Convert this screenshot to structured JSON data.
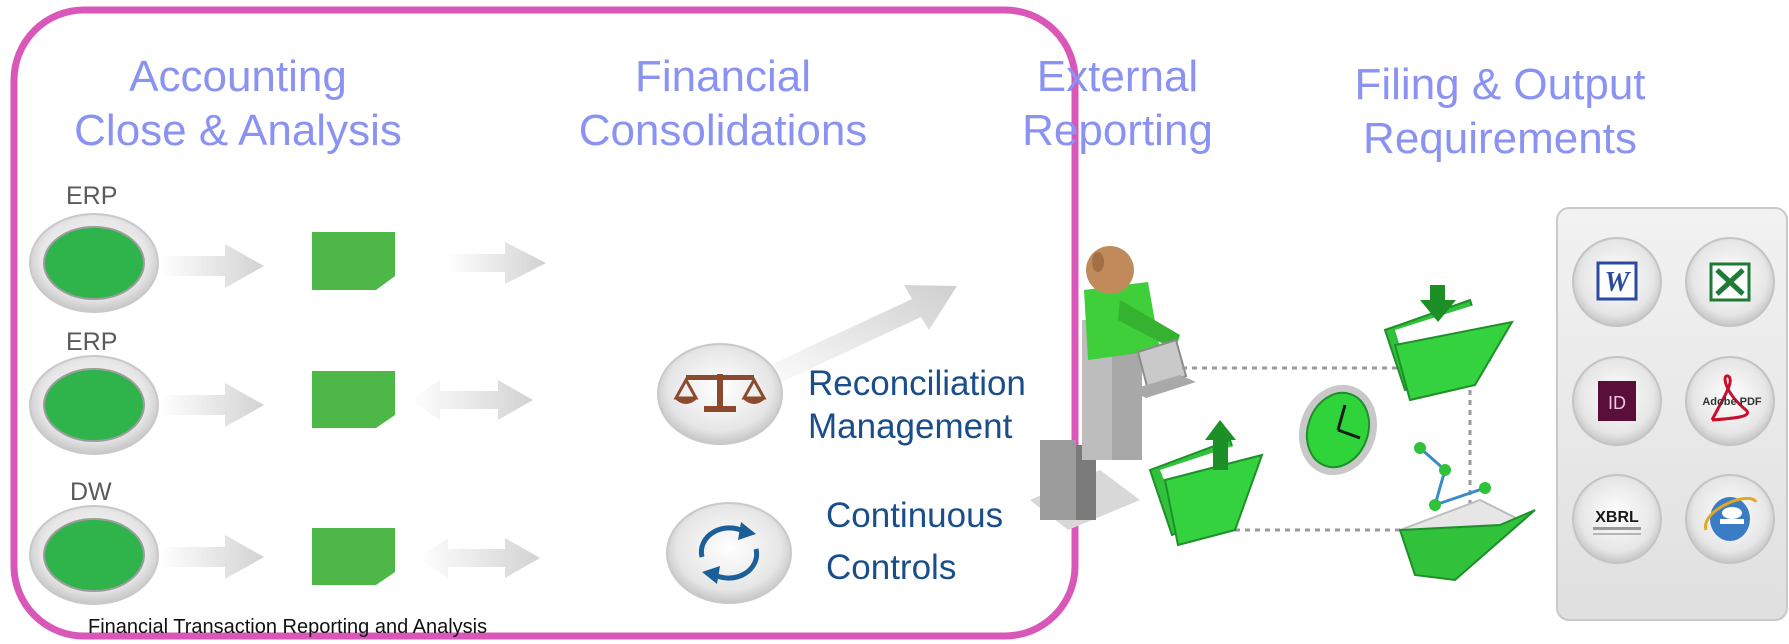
{
  "headers": {
    "accounting": "Accounting\nClose & Analysis",
    "consolidations": "Financial\nConsolidations",
    "external": "External\nReporting",
    "filing": "Filing & Output\nRequirements"
  },
  "sources": [
    "ERP",
    "ERP",
    "DW"
  ],
  "items": {
    "reconciliation": "Reconciliation\nManagement",
    "continuous": "Continuous\nControls"
  },
  "footer": "Financial Transaction Reporting and Analysis",
  "output_icons": [
    "Word",
    "Excel",
    "InDesign",
    "Adobe PDF",
    "XBRL",
    "Internet Explorer"
  ],
  "icon_text": {
    "word": "W",
    "indesign": "ID",
    "pdf": "Adobe PDF",
    "xbrl": "XBRL"
  },
  "colors": {
    "header": "#8a93f2",
    "frame": "#d957b8",
    "label": "#1a4e8a",
    "green": "#2fc23a"
  }
}
